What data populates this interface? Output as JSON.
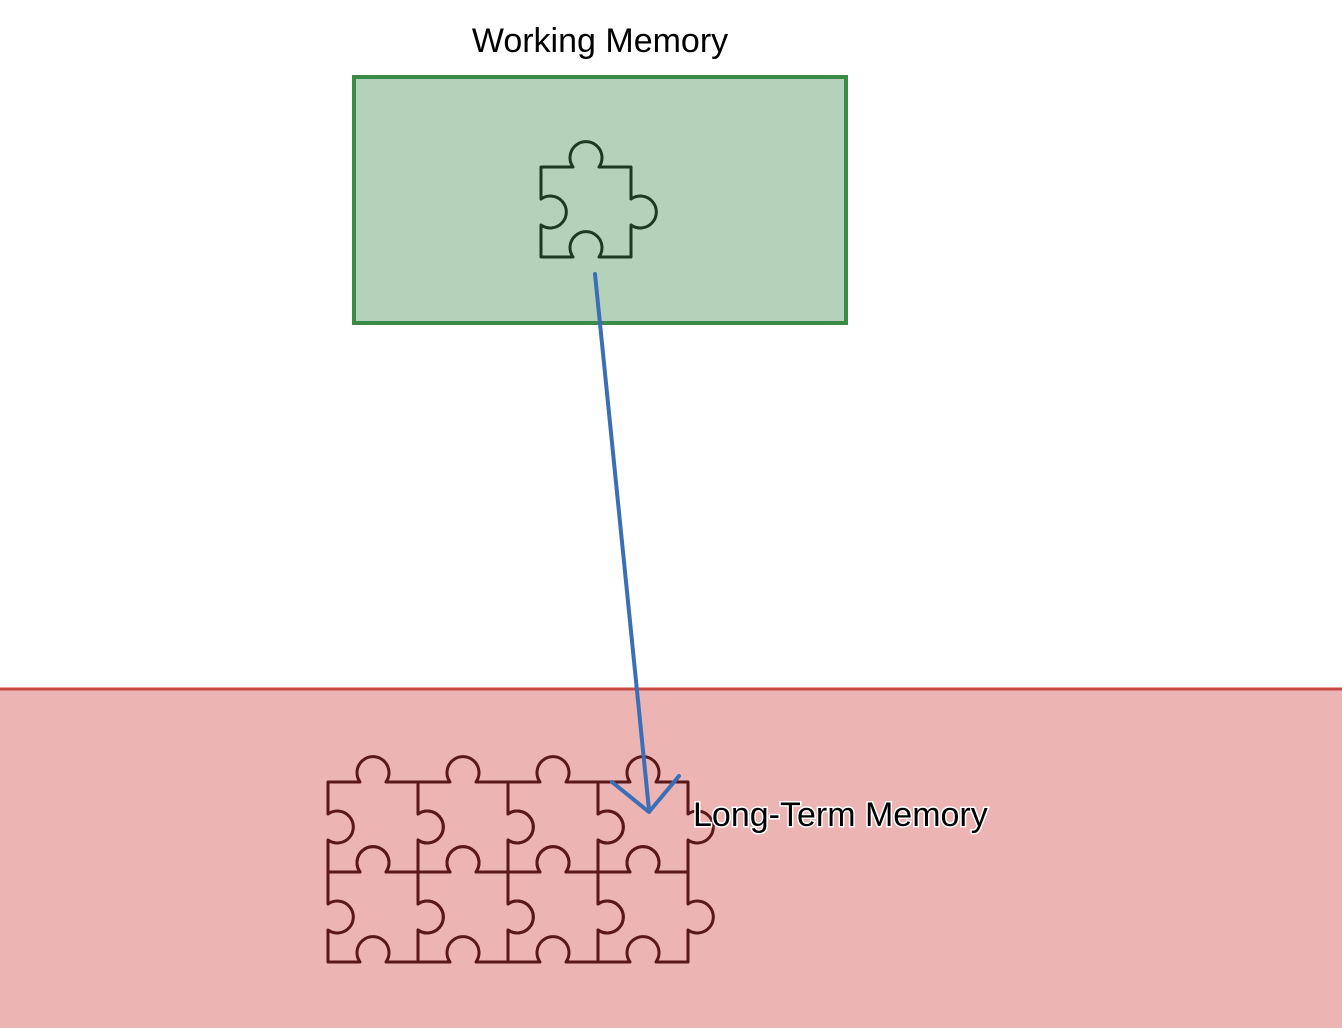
{
  "working_memory": {
    "title": "Working Memory",
    "fill_color": "#b4d2b9",
    "border_color": "#3b8a45",
    "piece_color": "#1d3a20",
    "piece_icon": "puzzle-piece-icon"
  },
  "long_term_memory": {
    "title": "Long-Term Memory",
    "fill_color": "#ecb5b4",
    "border_color": "#c84a46",
    "piece_color": "#5a1818",
    "piece_icon": "puzzle-piece-icon",
    "piece_rows": 2,
    "piece_columns": 4
  },
  "arrow": {
    "color": "#3a6fb7",
    "from": "working_memory",
    "to": "long_term_memory"
  }
}
